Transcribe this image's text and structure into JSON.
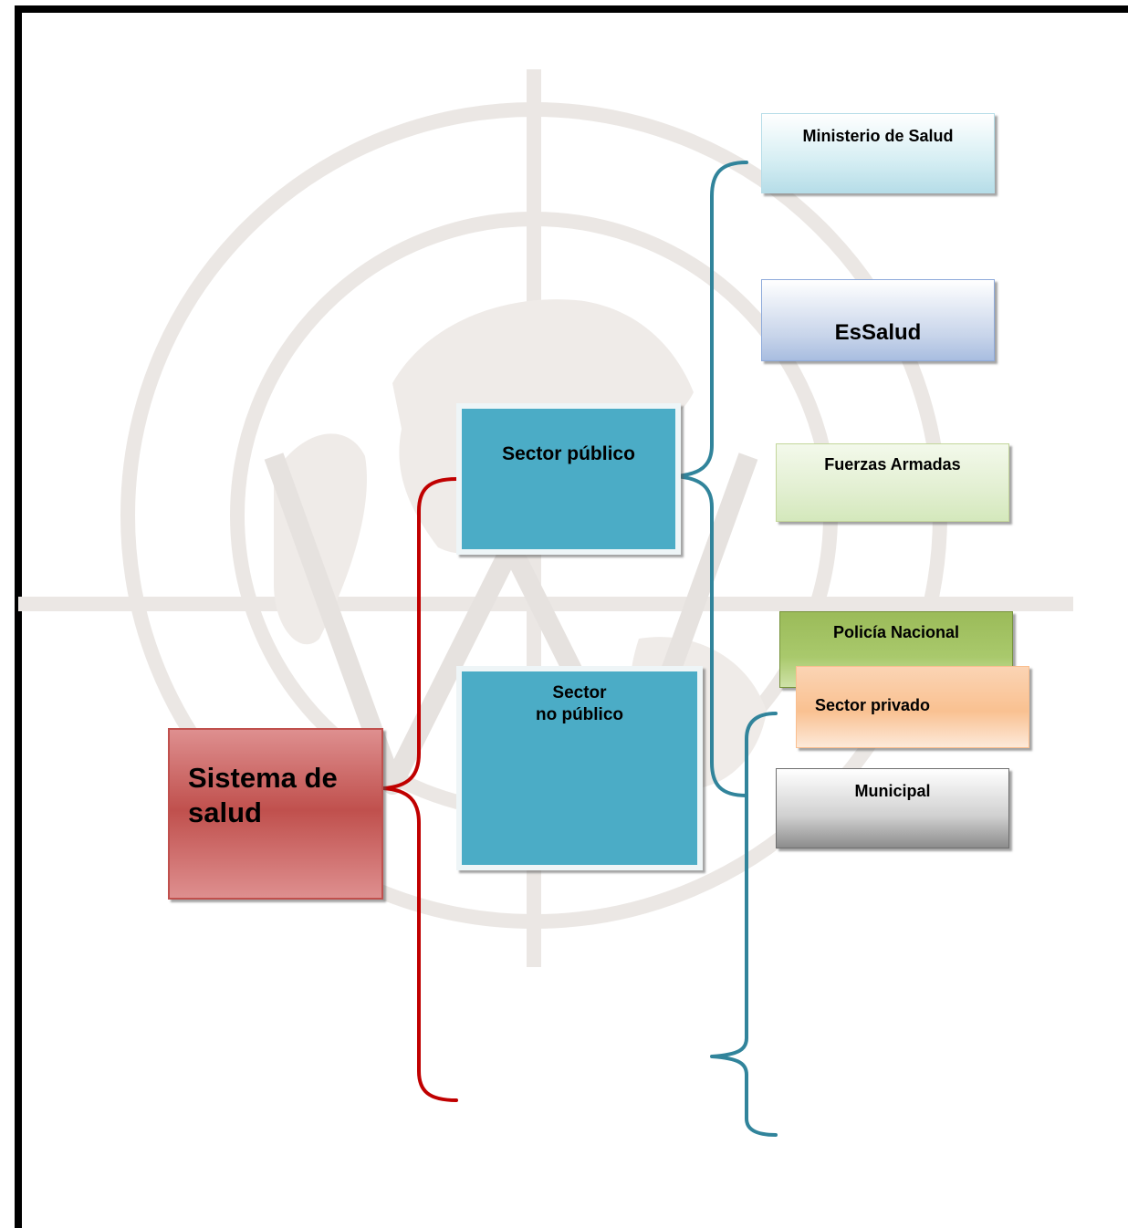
{
  "diagram": {
    "root": {
      "label": "Sistema de salud",
      "color": "#c0504d"
    },
    "branches": [
      {
        "label": "Sector público",
        "color": "#4bacc6",
        "children": [
          "Ministerio de Salud",
          "EsSalud",
          "Fuerzas Armadas",
          "Policía Nacional",
          "Municipal"
        ]
      },
      {
        "label_lines": [
          "Sector",
          "no público"
        ],
        "color": "#4bacc6",
        "children": [
          "Sector privado"
        ]
      }
    ],
    "root_brace_color": "#c00000",
    "branch_brace_color": "#31849b",
    "watermark_color": "#ede9e6"
  }
}
